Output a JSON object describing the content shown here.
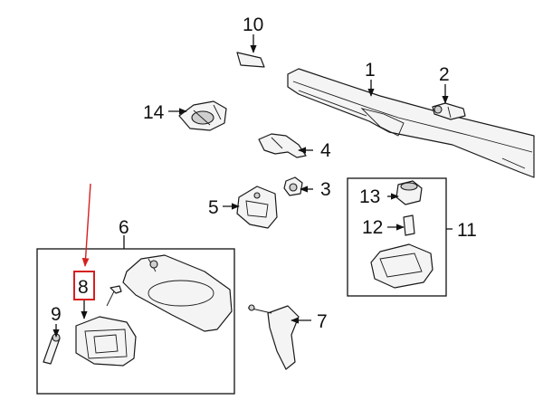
{
  "callouts": {
    "c1": "1",
    "c2": "2",
    "c3": "3",
    "c4": "4",
    "c5": "5",
    "c6": "6",
    "c7": "7",
    "c8": "8",
    "c9": "9",
    "c10": "10",
    "c11": "11",
    "c12": "12",
    "c13": "13",
    "c14": "14"
  },
  "colors": {
    "highlight": "#d62020",
    "line": "#111111"
  },
  "highlighted_callout": "8"
}
